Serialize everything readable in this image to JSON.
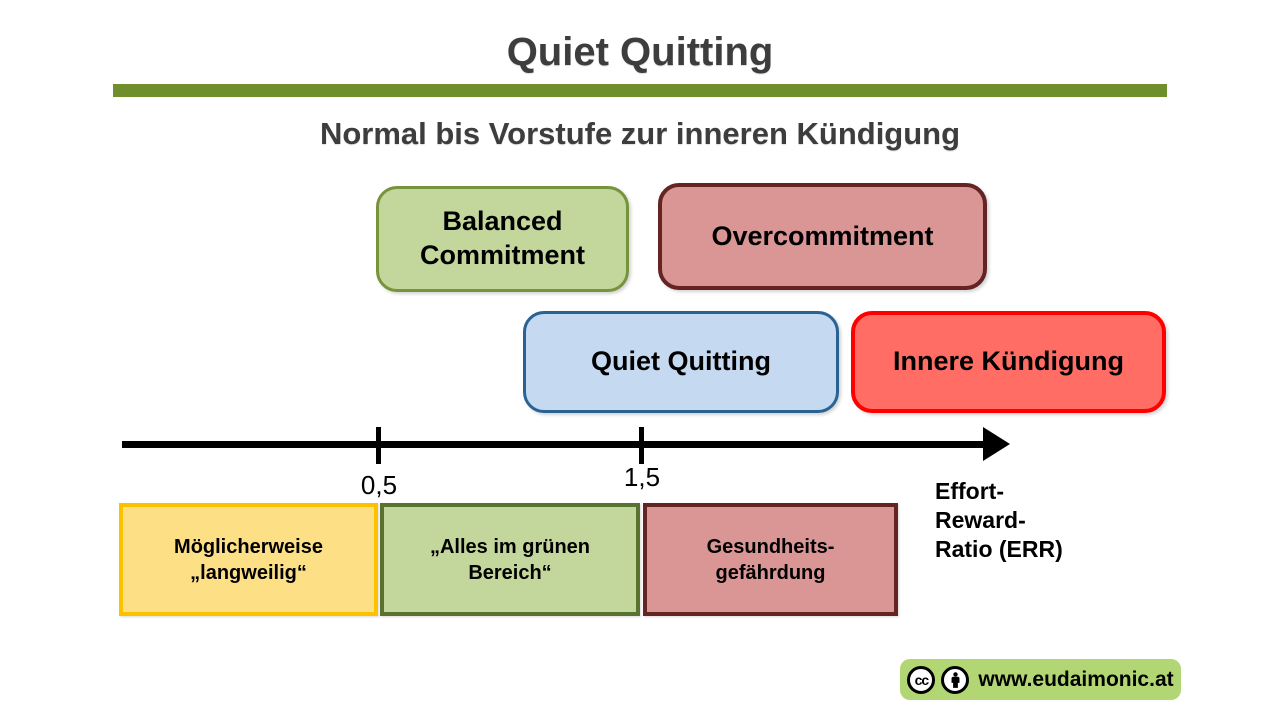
{
  "slide": {
    "title": "Quiet Quitting",
    "subtitle": "Normal bis Vorstufe zur inneren Kündigung"
  },
  "boxes": {
    "balanced": {
      "label": "Balanced\nCommitment"
    },
    "overcommitment": {
      "label": "Overcommitment"
    },
    "quiet_quitting": {
      "label": "Quiet Quitting"
    },
    "innere_kuendigung": {
      "label": "Innere Kündigung"
    }
  },
  "axis": {
    "ticks": [
      {
        "label": "0,5"
      },
      {
        "label": "1,5"
      }
    ],
    "label": "Effort-\nReward-\nRatio (ERR)"
  },
  "zones": [
    {
      "label": "Möglicherweise\n„langweilig“"
    },
    {
      "label": "„Alles im grünen\nBereich“"
    },
    {
      "label": "Gesundheits-\ngefährdung"
    }
  ],
  "footer": {
    "cc_label": "cc",
    "website": "www.eudaimonic.at"
  },
  "colors": {
    "heading_text": "#3d3d3d",
    "divider_green": "#6e8f2b",
    "balanced_fill": "#c3d69b",
    "balanced_border": "#77933c",
    "overcommitment_fill": "#d99694",
    "overcommitment_border": "#632423",
    "quiet_fill": "#c5d9f1",
    "quiet_border": "#2a6294",
    "innere_fill": "#ff6d64",
    "innere_border": "#fe0000",
    "zone_yellow_fill": "#fde086",
    "zone_yellow_border": "#fec100",
    "zone_green_fill": "#c3d69b",
    "zone_green_border": "#5a722f",
    "zone_rose_fill": "#d99694",
    "zone_rose_border": "#632423",
    "footer_pill_fill": "#b2d673",
    "axis_black": "#000000"
  }
}
